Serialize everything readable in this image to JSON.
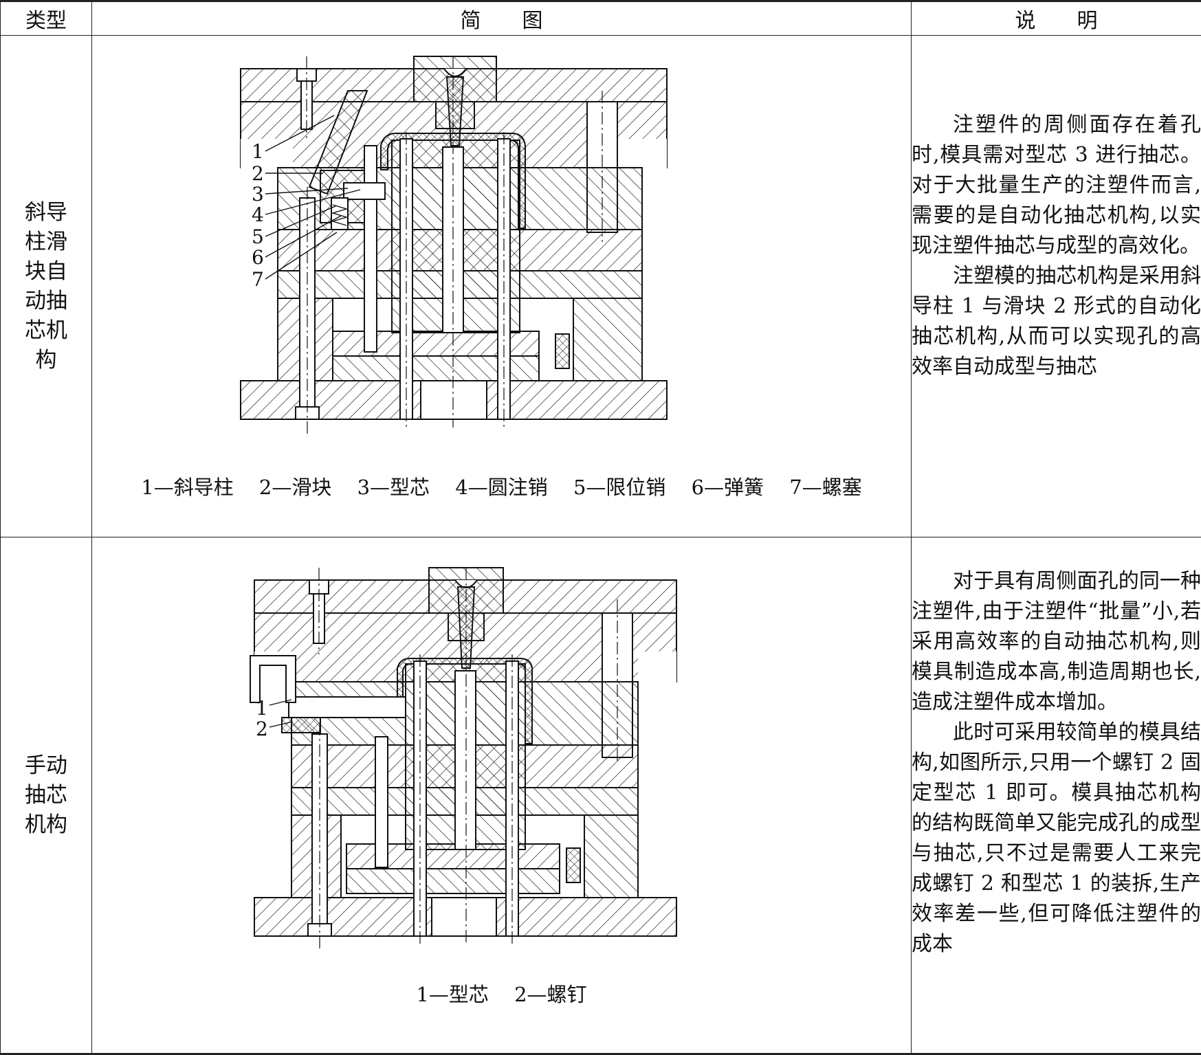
{
  "header": {
    "col_type": "类型",
    "col_figure": "简　　图",
    "col_desc": "说　　明"
  },
  "rows": [
    {
      "type_lines": [
        "斜导",
        "柱滑",
        "块自",
        "动抽",
        "芯机",
        "构"
      ],
      "callouts": [
        "1",
        "2",
        "3",
        "4",
        "5",
        "6",
        "7"
      ],
      "legend": [
        "1—斜导柱",
        "2—滑块",
        "3—型芯",
        "4—圆注销",
        "5—限位销",
        "6—弹簧",
        "7—螺塞"
      ],
      "paragraphs": [
        "注塑件的周侧面存在着孔时,模具需对型芯 3 进行抽芯。对于大批量生产的注塑件而言,需要的是自动化抽芯机构,以实现注塑件抽芯与成型的高效化。",
        "注塑模的抽芯机构是采用斜导柱 1 与滑块 2 形式的自动化抽芯机构,从而可以实现孔的高效率自动成型与抽芯"
      ]
    },
    {
      "type_lines": [
        "手动",
        "抽芯",
        "机构"
      ],
      "callouts": [
        "1",
        "2"
      ],
      "legend": [
        "1—型芯",
        "2—螺钉"
      ],
      "paragraphs": [
        "对于具有周侧面孔的同一种注塑件,由于注塑件“批量”小,若采用高效率的自动抽芯机构,则模具制造成本高,制造周期也长,造成注塑件成本增加。",
        "此时可采用较简单的模具结构,如图所示,只用一个螺钉 2 固定型芯 1 即可。模具抽芯机构的结构既简单又能完成孔的成型与抽芯,只不过是需要人工来完成螺钉 2 和型芯 1 的装拆,生产效率差一些,但可降低注塑件的成本"
      ]
    }
  ]
}
